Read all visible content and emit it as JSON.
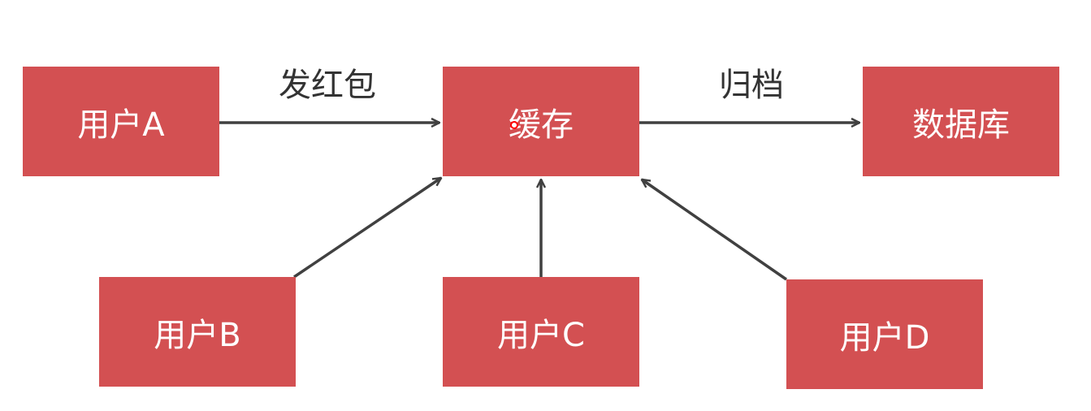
{
  "nodes": {
    "user_a": "用户A",
    "cache": "缓存",
    "database": "数据库",
    "user_b": "用户B",
    "user_c": "用户C",
    "user_d": "用户D"
  },
  "edges": {
    "send_red_packet": "发红包",
    "archive": "归档"
  },
  "colors": {
    "box": "#d35052",
    "arrow": "#404040",
    "text": "#333333"
  }
}
